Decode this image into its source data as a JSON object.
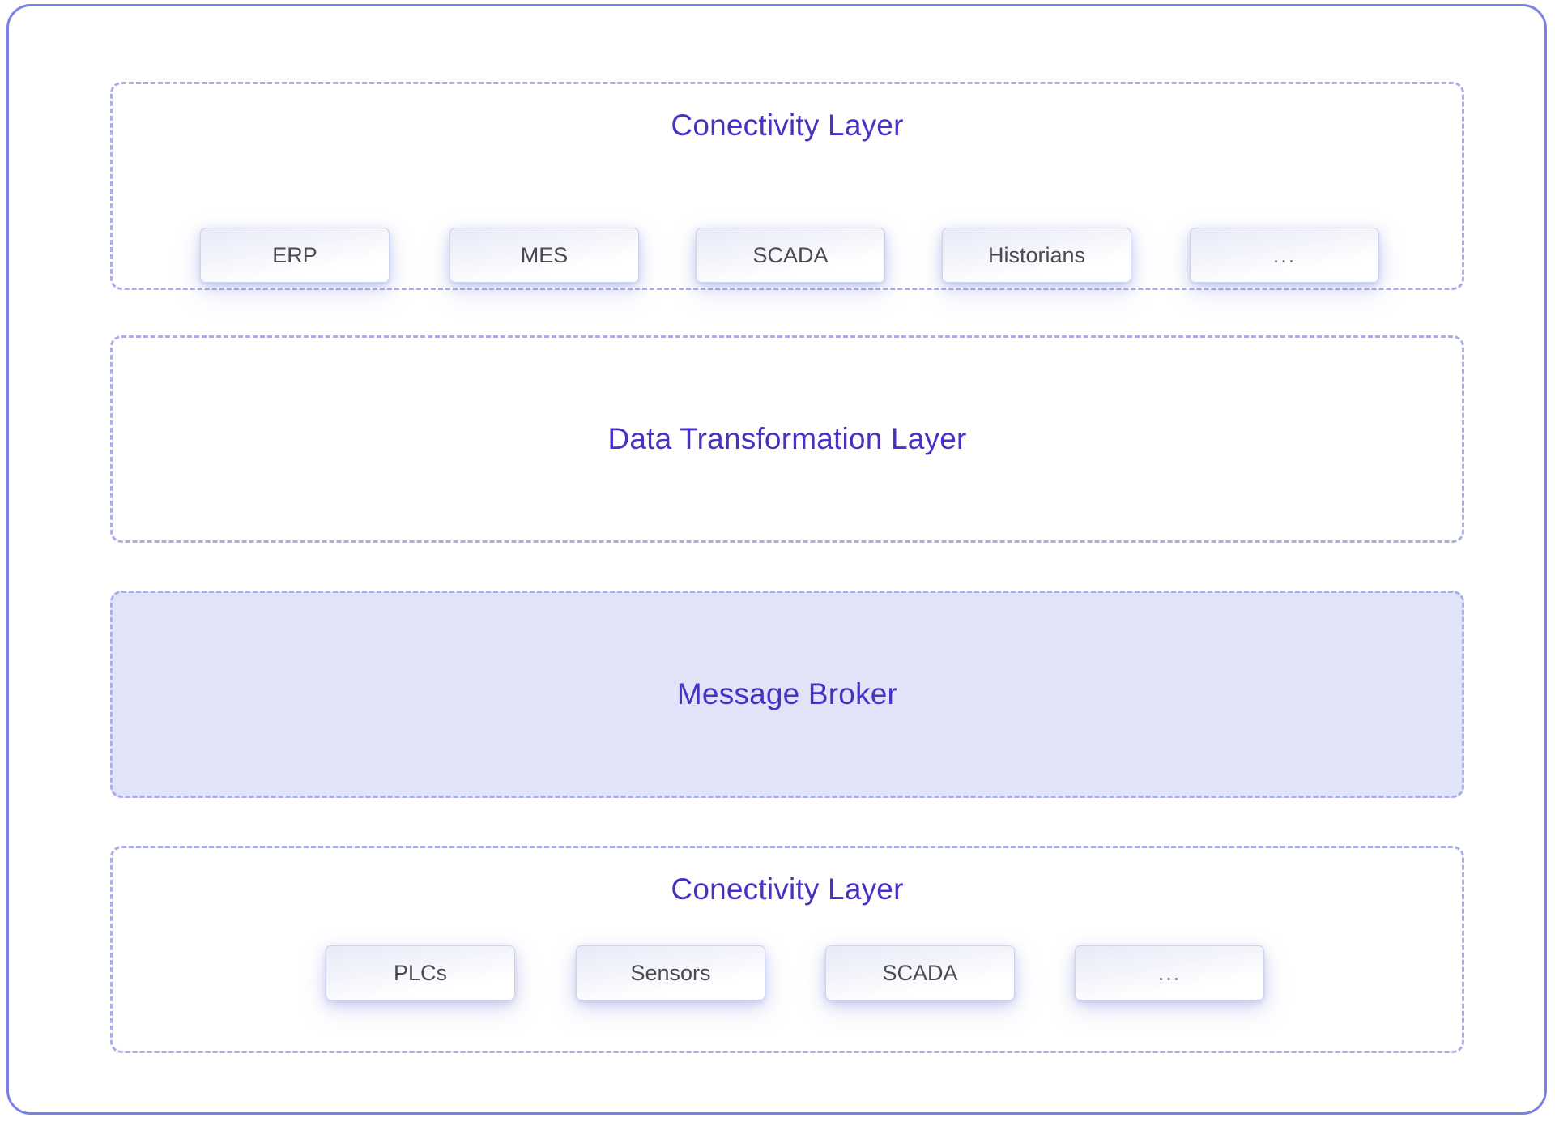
{
  "diagram": {
    "frame_border_color": "#7b80e2",
    "dashed_border_color": "#a9aeea",
    "title_color": "#4632c4",
    "node_label_color": "#4a4a52",
    "message_broker_fill": "#e1e4f9",
    "layers": [
      {
        "id": "connectivity-top",
        "title": "Conectivity Layer",
        "title_position": "top",
        "filled": false,
        "nodes": [
          {
            "label": "ERP"
          },
          {
            "label": "MES"
          },
          {
            "label": "SCADA"
          },
          {
            "label": "Historians"
          },
          {
            "label": "..."
          }
        ]
      },
      {
        "id": "data-transformation",
        "title": "Data Transformation Layer",
        "title_position": "middle",
        "filled": false,
        "nodes": []
      },
      {
        "id": "message-broker",
        "title": "Message Broker",
        "title_position": "middle",
        "filled": true,
        "nodes": []
      },
      {
        "id": "connectivity-bottom",
        "title": "Conectivity Layer",
        "title_position": "top",
        "filled": false,
        "nodes": [
          {
            "label": "PLCs"
          },
          {
            "label": "Sensors"
          },
          {
            "label": "SCADA"
          },
          {
            "label": "..."
          }
        ]
      }
    ]
  }
}
